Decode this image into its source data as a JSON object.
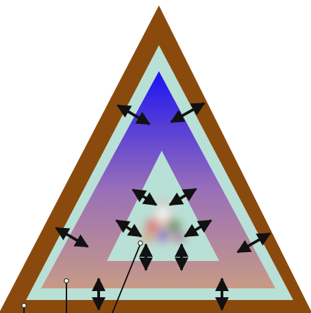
{
  "diagram": {
    "layers": [
      {
        "name": "outer-frame",
        "color": "#8a4a0e"
      },
      {
        "name": "outer-band",
        "color": "#b9e0d6"
      },
      {
        "name": "gradient-field",
        "colors": [
          "#1c12f2",
          "#9a70b8",
          "#c79a86"
        ]
      },
      {
        "name": "inner-band",
        "color": "#b9e0d6"
      },
      {
        "name": "blurred-core",
        "colors": [
          "#ffffff",
          "#e06060",
          "#3a8a3a",
          "#4a5ad0",
          "#c9a070"
        ]
      }
    ],
    "arrow_color": "#111111",
    "leader_color": "#111111",
    "pin_color": "#ffffff"
  }
}
